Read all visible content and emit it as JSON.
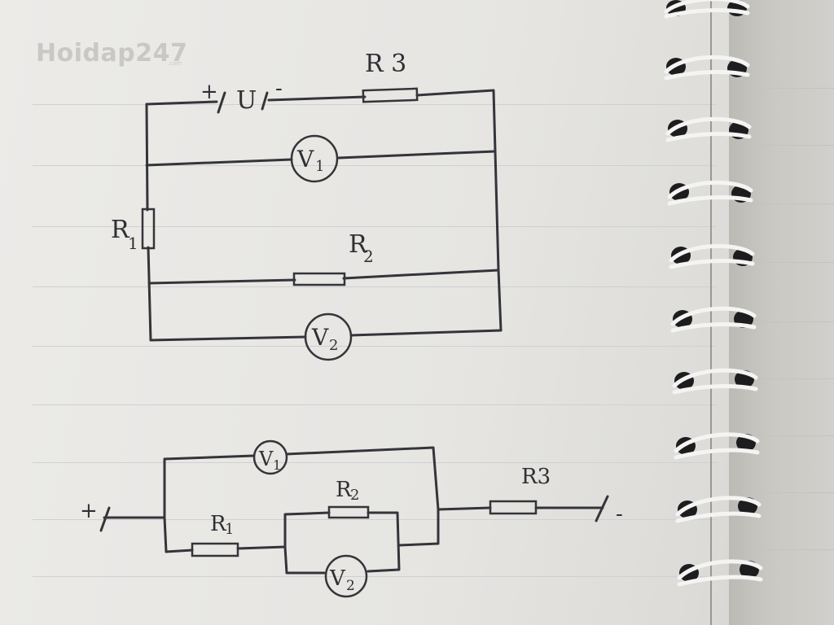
{
  "watermark": {
    "brand": "Hoidap247",
    "suffix": ".com"
  },
  "circuit_1": {
    "source_plus": "+",
    "source_label": "U",
    "source_minus": "-",
    "r3": "R 3",
    "v1": "V",
    "v1_sub": "1",
    "r1": "R",
    "r1_sub": "1",
    "r2": "R",
    "r2_sub": "2",
    "v2": "V",
    "v2_sub": "2"
  },
  "circuit_2": {
    "plus": "+",
    "minus": "-",
    "v1": "V",
    "v1_sub": "1",
    "r2": "R",
    "r2_sub": "2",
    "r1": "R",
    "r1_sub": "1",
    "r3": "R3",
    "v2": "V",
    "v2_sub": "2"
  }
}
